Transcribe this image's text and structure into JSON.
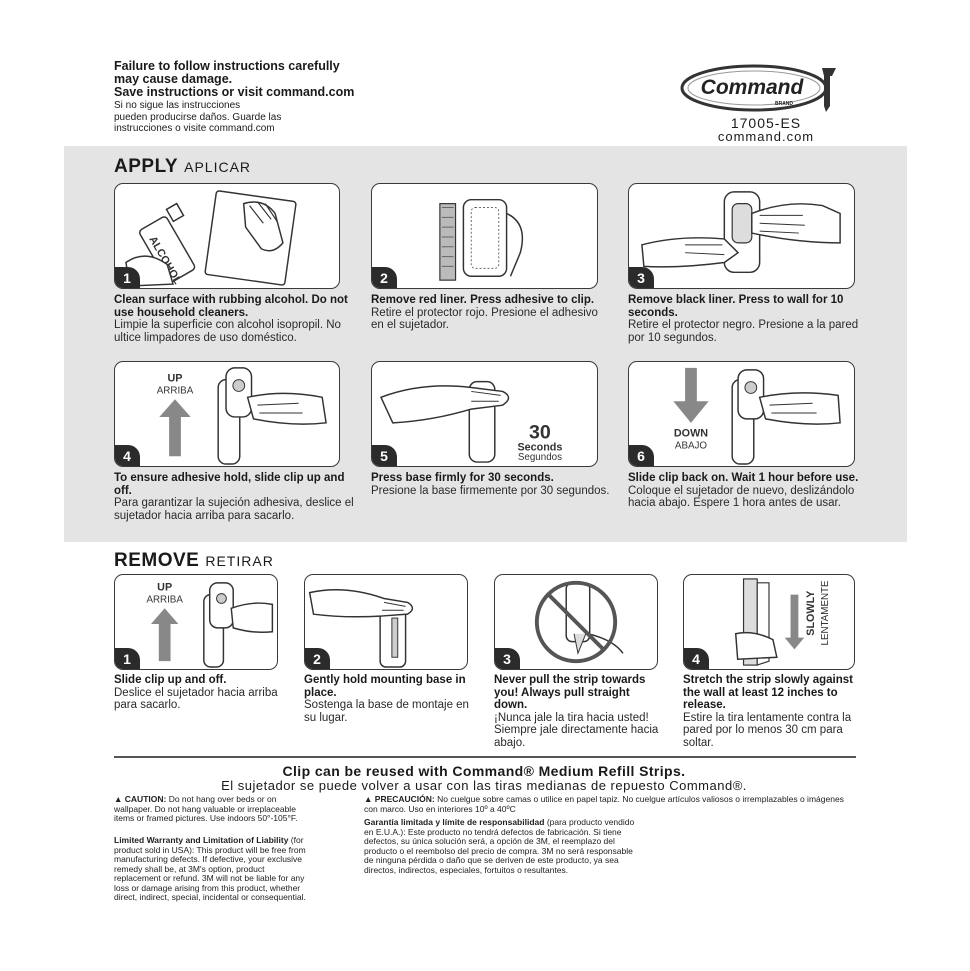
{
  "header": {
    "warning_en": [
      "Failure to follow instructions carefully",
      "may cause damage.",
      "Save instructions or visit command.com"
    ],
    "warning_es": [
      "Si no sigue las instrucciones",
      "pueden producirse daños. Guarde las",
      "instrucciones o visite command.com"
    ]
  },
  "logo": {
    "brand": "Command",
    "brand_sub": "BRAND",
    "product_code": "17005-ES",
    "url": "command.com"
  },
  "apply": {
    "title": "APPLY",
    "subtitle": "APLICAR",
    "steps": [
      {
        "num": "1",
        "en": "Clean surface with rubbing alcohol. Do not use household cleaners.",
        "es": "Limpie la superficie con alcohol isopropil. No ultice limpadores de uso doméstico.",
        "labels": [
          "ALCOHOL"
        ]
      },
      {
        "num": "2",
        "en": "Remove red liner. Press adhesive to clip.",
        "es": "Retire el protector rojo. Presione el adhesivo en el sujetador.",
        "labels": []
      },
      {
        "num": "3",
        "en": "Remove black liner. Press to wall for 10 seconds.",
        "es": "Retire el protector negro. Presione a la pared por 10 segundos.",
        "labels": []
      },
      {
        "num": "4",
        "en": "To ensure adhesive hold, slide clip up and off.",
        "es": "Para garantizar la sujeción adhesiva, deslice el sujetador hacia arriba para sacarlo.",
        "labels": [
          "UP",
          "ARRIBA"
        ]
      },
      {
        "num": "5",
        "en": "Press base firmly for 30 seconds.",
        "es": "Presione la base firmemente por 30 segundos.",
        "labels": [
          "30",
          "Seconds",
          "Segundos"
        ]
      },
      {
        "num": "6",
        "en": "Slide clip back on. Wait 1 hour before use.",
        "es": "Coloque el sujetador de nuevo, deslizándolo hacia abajo. Espere 1 hora antes de usar.",
        "labels": [
          "DOWN",
          "ABAJO"
        ]
      }
    ]
  },
  "remove": {
    "title": "REMOVE",
    "subtitle": "RETIRAR",
    "steps": [
      {
        "num": "1",
        "en": "Slide clip up and off.",
        "es": "Deslice el sujetador hacia arriba para sacarlo.",
        "labels": [
          "UP",
          "ARRIBA"
        ]
      },
      {
        "num": "2",
        "en": "Gently hold mounting base in place.",
        "es": "Sostenga la base de montaje en su lugar.",
        "labels": []
      },
      {
        "num": "3",
        "en": "Never pull the strip towards you! Always pull straight down.",
        "es": "¡Nunca jale la tira hacia usted! Siempre jale directamente hacia abajo.",
        "labels": []
      },
      {
        "num": "4",
        "en": "Stretch the strip slowly against the wall at least 12 inches to release.",
        "es": "Estire la tira lentamente contra la pared por lo menos 30 cm para soltar.",
        "labels": [
          "SLOWLY",
          "LENTAMENTE"
        ]
      }
    ]
  },
  "reuse": {
    "en": "Clip can be reused with Command® Medium Refill Strips.",
    "es": "El sujetador se puede volver a usar con las tiras medianas de repuesto Command®."
  },
  "fine_print": {
    "caution_en_label": "▲ CAUTION:",
    "caution_en": " Do not hang over beds or on wallpaper. Do not hang valuable or irreplaceable items or framed pictures. Use indoors 50°-105°F.",
    "warranty_en_label": "Limited Warranty and Limitation of Liability",
    "warranty_en": " (for product sold in USA): This product will be free from manufacturing defects. If defective, your exclusive remedy shall be, at 3M's option, product replacement or refund. 3M will not be liable for any loss or damage arising from this product, whether direct, indirect, special, incidental or consequential.",
    "caution_es_label": "▲ PRECAUCIÓN:",
    "caution_es": " No cuelgue sobre camas o utilice en papel tapiz. No cuelgue artículos valiosos o irremplazables o imágenes con marco. Uso en interiores 10º a 40ºC",
    "warranty_es_label": "Garantía limitada y límite de responsabilidad",
    "warranty_es": " (para producto vendido en E.U.A.): Este producto no tendrá defectos de fabricación. Si tiene defectos, su única solución será, a opción de 3M, el reemplazo del producto o el reembolso del precio de compra. 3M no será responsable de ninguna pérdida o daño que se deriven de este producto, ya sea directos, indirectos, especiales, fortuitos o resultantes."
  }
}
